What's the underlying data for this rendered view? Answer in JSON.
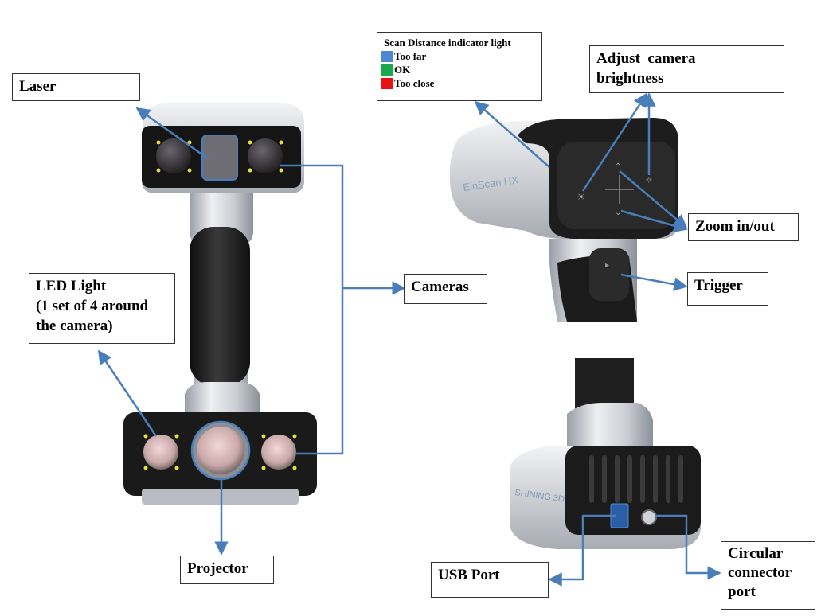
{
  "labels": {
    "laser": "Laser",
    "led": [
      "LED Light",
      "(1 set of 4 around",
      "the camera)"
    ],
    "cameras": "Cameras",
    "projector": "Projector",
    "brightness": [
      "Adjust  camera",
      "brightness"
    ],
    "zoom": "Zoom in/out",
    "trigger": "Trigger",
    "usb": "USB Port",
    "circular": [
      "Circular",
      "connector",
      "port"
    ]
  },
  "legend": {
    "title": "Scan Distance indicator light",
    "items": [
      {
        "label": "Too far",
        "color": "#4f86d0"
      },
      {
        "label": "OK",
        "color": "#1aa84a"
      },
      {
        "label": "Too close",
        "color": "#e81010"
      }
    ]
  },
  "device_text": {
    "brand_side": "EinScan HX",
    "brand_rear": "SHINING 3D"
  },
  "colors": {
    "arrow": "#4a7ebb",
    "led": "#e8e03a"
  }
}
